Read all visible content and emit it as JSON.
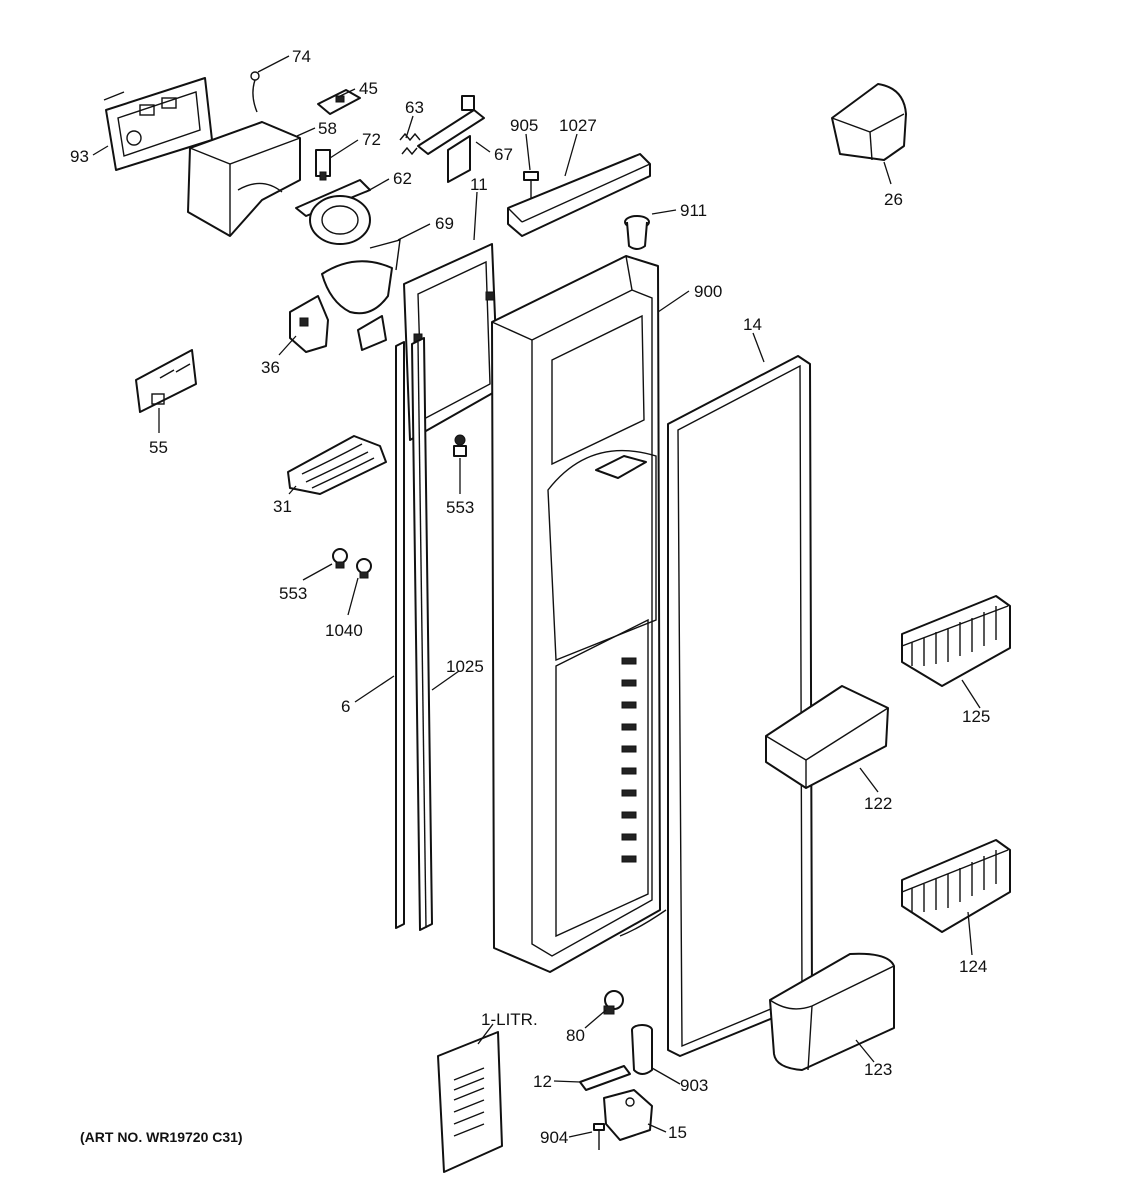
{
  "diagram": {
    "art_number": "(ART NO. WR19720 C31)",
    "callouts": {
      "p74": "74",
      "p45": "45",
      "p93": "93",
      "p58": "58",
      "p63": "63",
      "p72": "72",
      "p905": "905",
      "p1027": "1027",
      "p67": "67",
      "p62": "62",
      "p11": "11",
      "p911": "911",
      "p69": "69",
      "p26": "26",
      "p900": "900",
      "p36": "36",
      "p14": "14",
      "p55": "55",
      "p553a": "553",
      "p31": "31",
      "p553b": "553",
      "p1040": "1040",
      "p1025": "1025",
      "p6": "6",
      "p125": "125",
      "p122": "122",
      "p124": "124",
      "p1litr": "1-LITR.",
      "p80": "80",
      "p123": "123",
      "p12": "12",
      "p903": "903",
      "p904": "904",
      "p15": "15"
    }
  }
}
